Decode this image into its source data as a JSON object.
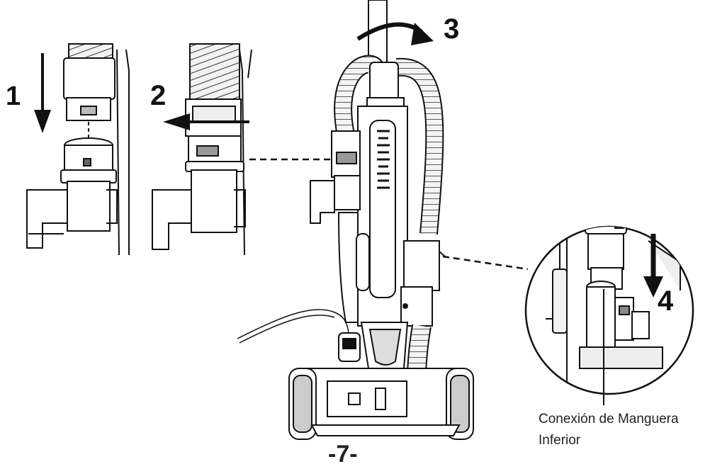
{
  "steps": {
    "step1": "1",
    "step2": "2",
    "step3": "3",
    "step4": "4"
  },
  "callout": {
    "line1": "Conexión de Manguera",
    "line2": "Inferior"
  },
  "page_number": "-7-",
  "colors": {
    "ink": "#111111",
    "paper": "#ffffff",
    "shade": "#e6e6e6",
    "mid": "#cfcfcf"
  }
}
